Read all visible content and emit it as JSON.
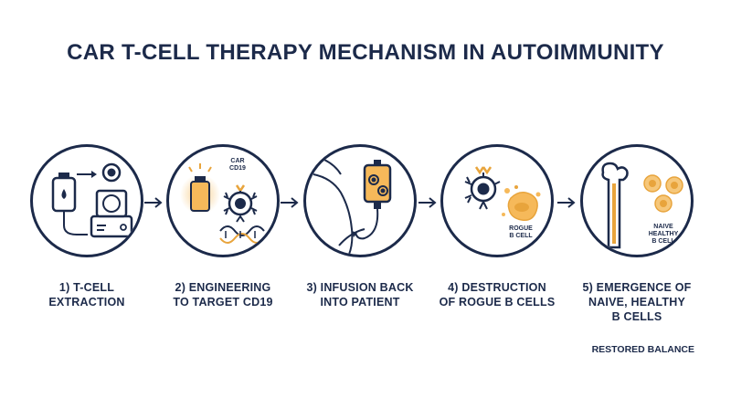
{
  "title": "CAR T-CELL THERAPY MECHANISM IN AUTOIMMUNITY",
  "steps": [
    {
      "caption_line1": "1) T-CELL",
      "caption_line2": "EXTRACTION",
      "caption_line3": ""
    },
    {
      "caption_line1": "2) ENGINEERING",
      "caption_line2": "TO TARGET CD19",
      "caption_line3": "",
      "label_line1": "CAR",
      "label_line2": "CD19"
    },
    {
      "caption_line1": "3) INFUSION BACK",
      "caption_line2": "INTO PATIENT",
      "caption_line3": ""
    },
    {
      "caption_line1": "4) DESTRUCTION",
      "caption_line2": "OF ROGUE B CELLS",
      "caption_line3": "",
      "label_line1": "ROGUE",
      "label_line2": "B CELL"
    },
    {
      "caption_line1": "5) EMERGENCE OF",
      "caption_line2": "NAIVE, HEALTHY",
      "caption_line3": "B CELLS",
      "label_line1": "NAIVE",
      "label_line2": "HEALTHY",
      "label_line3": "B CELL"
    }
  ],
  "footer": "RESTORED BALANCE",
  "colors": {
    "navy": "#1c2a4a",
    "orange": "#e8a43c",
    "light_orange": "#f6c77a"
  }
}
